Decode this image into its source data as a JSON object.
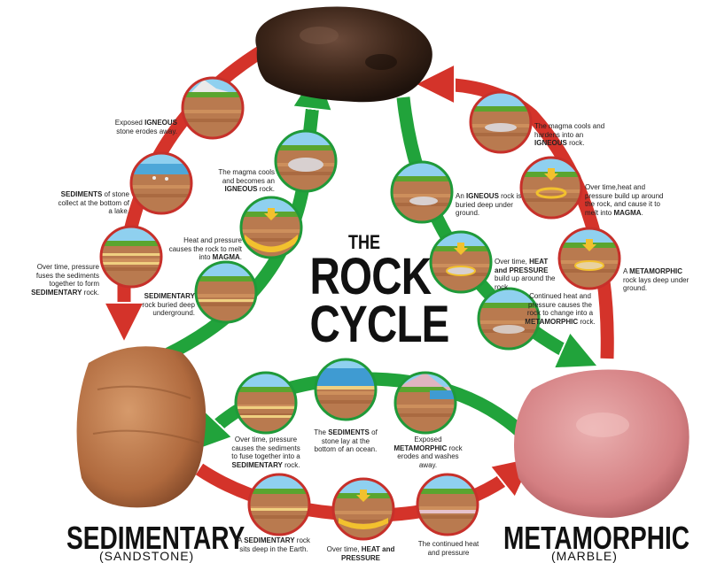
{
  "title": {
    "line1": "THE",
    "line2": "ROCK",
    "line3": "CYCLE"
  },
  "rocks": {
    "sedimentary": {
      "name": "SEDIMENTARY",
      "sub": "(SANDSTONE)"
    },
    "metamorphic": {
      "name": "METAMORPHIC",
      "sub": "(MARBLE)"
    }
  },
  "captions": {
    "lo1": {
      "pre": "Exposed ",
      "bold": "IGNEOUS",
      "post": " stone erodes away."
    },
    "lo2": {
      "pre": "",
      "bold": "SEDIMENTS",
      "post": " of stone collect at the bottom of a lake."
    },
    "lo3": {
      "pre": "Over time, pressure fuses the sediments together to form ",
      "bold": "SEDIMENTARY",
      "post": " rock."
    },
    "li1": {
      "pre": "The magma cools and becomes an ",
      "bold": "IGNEOUS",
      "post": " rock."
    },
    "li2": {
      "pre": "Heat and pressure causes the rock to melt into ",
      "bold": "MAGMA",
      "post": "."
    },
    "li3": {
      "pre": "",
      "bold": "SEDIMENTARY",
      "post": " rock buried deep underground."
    },
    "ro1": {
      "pre": "The magma cools and hardens into an ",
      "bold": "IGNEOUS",
      "post": " rock."
    },
    "ro2": {
      "pre": "Over time,heat and pressure build up around the rock, and cause it to melt into ",
      "bold": "MAGMA",
      "post": "."
    },
    "ro3": {
      "pre": "A ",
      "bold": "METAMORPHIC",
      "post": " rock lays deep under ground."
    },
    "ri1": {
      "pre": "An ",
      "bold": "IGNEOUS",
      "post": " rock is buried deep under ground."
    },
    "ri2": {
      "pre": "Over time, ",
      "bold": "HEAT and PRESSURE",
      "post": " build up around the rock."
    },
    "ri3": {
      "pre": "Continued heat and pressure causes the rock to change into a ",
      "bold": "METAMORPHIC",
      "post": " rock."
    },
    "b1": {
      "pre": "Over time, pressure causes the sediments to fuse together into a ",
      "bold": "SEDIMENTARY",
      "post": " rock."
    },
    "b2": {
      "pre": "The ",
      "bold": "SEDIMENTS",
      "post": " of stone lay at the bottom of an ocean."
    },
    "b3": {
      "pre": "Exposed ",
      "bold": "METAMORPHIC",
      "post": " rock erodes and washes away."
    },
    "bb1": {
      "pre": "A ",
      "bold": "SEDIMENTARY",
      "post": " rock sits deep in the Earth."
    },
    "bb2": {
      "pre": "Over time, ",
      "bold": "HEAT and PRESSURE",
      "post": ""
    },
    "bb3": {
      "pre": "The continued heat and pressure",
      "bold": "",
      "post": ""
    }
  },
  "colors": {
    "red_arrow": "#d4332a",
    "green_arrow": "#21a33b",
    "sky": "#7ec8ea",
    "grass": "#5aa52f",
    "soil": "#b5734a",
    "magma": "#f2c12e"
  }
}
